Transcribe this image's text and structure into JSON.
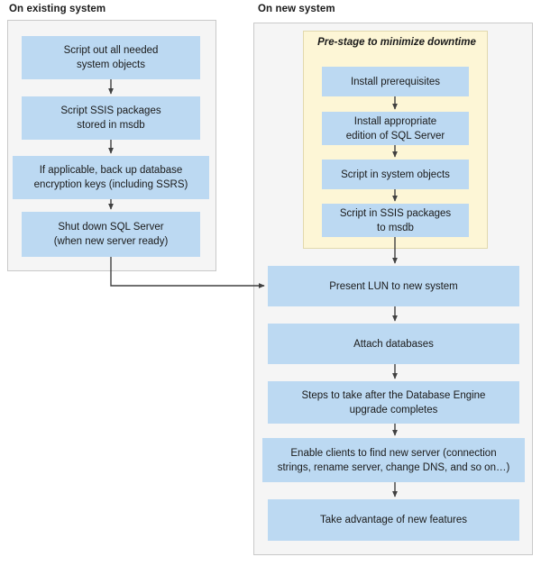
{
  "diagram": {
    "title": "SQL Server upgrade / migration flowchart",
    "colors": {
      "node_fill": "#bcd9f2",
      "panel_fill": "#f5f5f5",
      "panel_border": "#c9c9c9",
      "prestage_fill": "#fdf6d6",
      "prestage_border": "#e2d9ae",
      "arrow": "#404040",
      "text": "#1a1a1a",
      "background": "#ffffff"
    },
    "groups": [
      {
        "id": "existing",
        "title": "On existing system"
      },
      {
        "id": "new",
        "title": "On new system"
      }
    ],
    "prestage": {
      "label": "Pre-stage to minimize downtime"
    },
    "nodes": {
      "existing": [
        {
          "id": "l1",
          "line1": "Script out all needed",
          "line2": "system objects"
        },
        {
          "id": "l2",
          "line1": "Script SSIS packages",
          "line2": "stored in msdb"
        },
        {
          "id": "l3",
          "line1": "If applicable, back up database",
          "line2": "encryption keys (including SSRS)"
        },
        {
          "id": "l4",
          "line1": "Shut down SQL Server",
          "line2": "(when new server ready)"
        }
      ],
      "prestage": [
        {
          "id": "p1",
          "line1": "Install prerequisites",
          "line2": ""
        },
        {
          "id": "p2",
          "line1": "Install appropriate",
          "line2": "edition of SQL Server"
        },
        {
          "id": "p3",
          "line1": "Script in system objects",
          "line2": ""
        },
        {
          "id": "p4",
          "line1": "Script in SSIS packages",
          "line2": "to msdb"
        }
      ],
      "new": [
        {
          "id": "r1",
          "line1": "Present LUN to new system",
          "line2": ""
        },
        {
          "id": "r2",
          "line1": "Attach databases",
          "line2": ""
        },
        {
          "id": "r3",
          "line1": "Steps to take after the Database Engine",
          "line2": "upgrade completes"
        },
        {
          "id": "r4",
          "line1": "Enable clients to find new server (connection",
          "line2": "strings, rename server, change DNS, and so on…)"
        },
        {
          "id": "r5",
          "line1": "Take advantage of new features",
          "line2": ""
        }
      ]
    },
    "edges": [
      {
        "from": "l1",
        "to": "l2",
        "kind": "vertical-arrow"
      },
      {
        "from": "l2",
        "to": "l3",
        "kind": "vertical-arrow"
      },
      {
        "from": "l3",
        "to": "l4",
        "kind": "vertical-arrow"
      },
      {
        "from": "l4",
        "to": "r1",
        "kind": "elbow-arrow"
      },
      {
        "from": "p1",
        "to": "p2",
        "kind": "vertical-arrow"
      },
      {
        "from": "p2",
        "to": "p3",
        "kind": "vertical-arrow"
      },
      {
        "from": "p3",
        "to": "p4",
        "kind": "vertical-arrow"
      },
      {
        "from": "p4",
        "to": "r1",
        "kind": "vertical-arrow"
      },
      {
        "from": "r1",
        "to": "r2",
        "kind": "vertical-arrow"
      },
      {
        "from": "r2",
        "to": "r3",
        "kind": "vertical-arrow"
      },
      {
        "from": "r3",
        "to": "r4",
        "kind": "vertical-arrow"
      },
      {
        "from": "r4",
        "to": "r5",
        "kind": "vertical-arrow"
      }
    ]
  }
}
